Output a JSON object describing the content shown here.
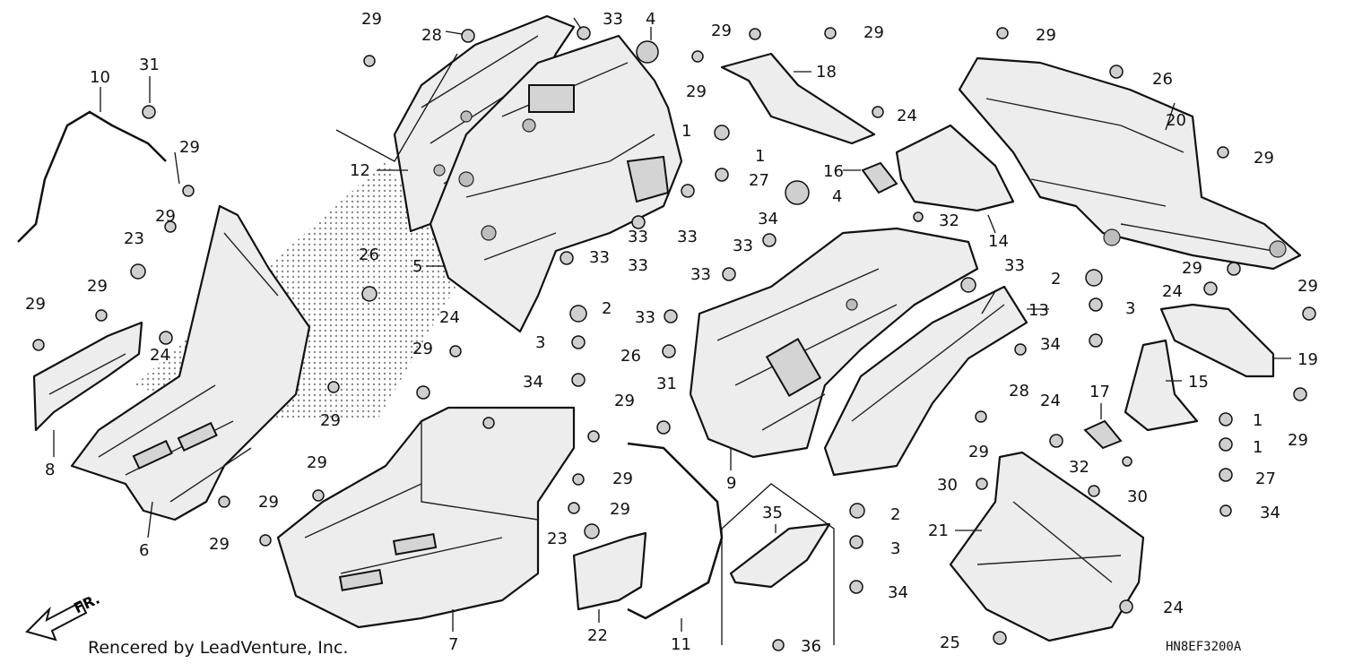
{
  "credit": "Rencered by LeadVenture, Inc.",
  "diagram_code": "HN8EF3200A",
  "front_label": "FR.",
  "callouts": [
    "1",
    "2",
    "3",
    "4",
    "5",
    "6",
    "7",
    "8",
    "9",
    "10",
    "11",
    "12",
    "13",
    "14",
    "15",
    "16",
    "17",
    "18",
    "19",
    "20",
    "21",
    "22",
    "23",
    "24",
    "25",
    "26",
    "27",
    "28",
    "29",
    "30",
    "31",
    "32",
    "33",
    "34",
    "35",
    "36"
  ]
}
